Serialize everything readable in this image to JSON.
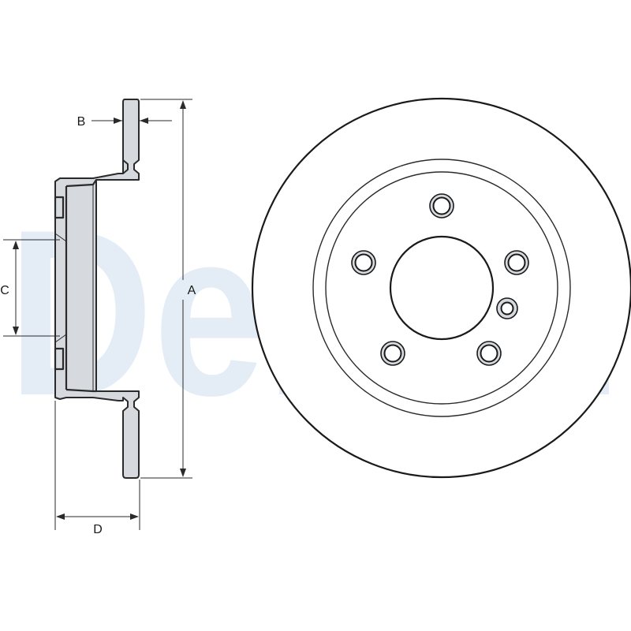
{
  "watermark": {
    "text": "Delphi",
    "color": "#e4ecf6"
  },
  "dimensions": {
    "a_label": "A",
    "b_label": "B",
    "c_label": "C",
    "d_label": "D"
  },
  "colors": {
    "line": "#2a2a2a",
    "section_fill": "#d6d9dd",
    "background": "#ffffff"
  },
  "disc": {
    "bolt_hole_count": 5,
    "locating_hole_count": 1
  }
}
